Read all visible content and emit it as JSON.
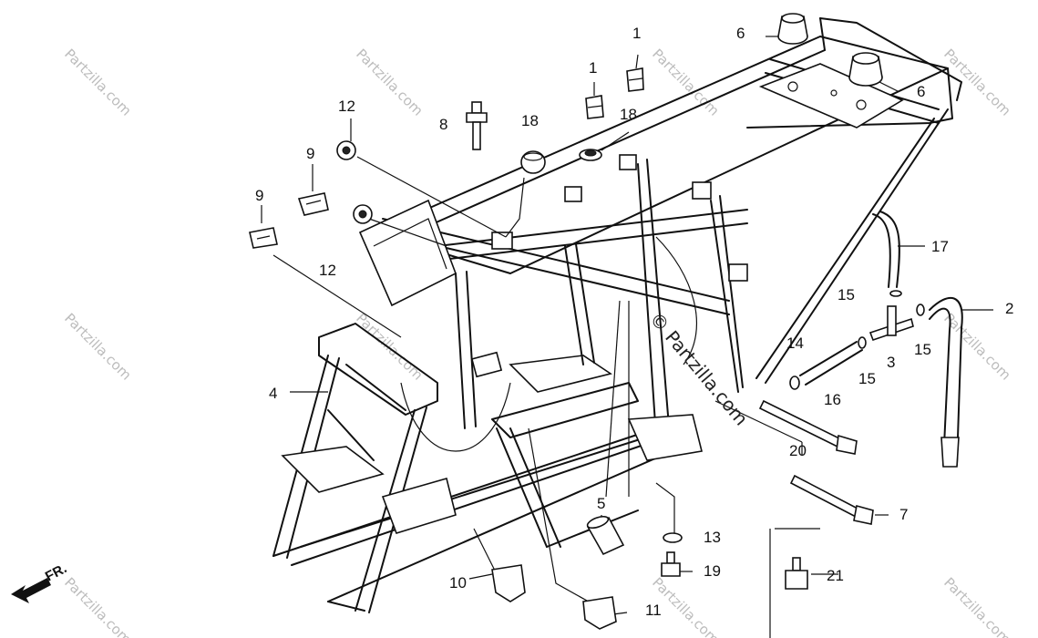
{
  "diagram": {
    "callouts": [
      {
        "label": "1"
      },
      {
        "label": "1"
      },
      {
        "label": "6"
      },
      {
        "label": "6"
      },
      {
        "label": "12"
      },
      {
        "label": "8"
      },
      {
        "label": "18"
      },
      {
        "label": "18"
      },
      {
        "label": "9"
      },
      {
        "label": "9"
      },
      {
        "label": "12"
      },
      {
        "label": "17"
      },
      {
        "label": "15"
      },
      {
        "label": "2"
      },
      {
        "label": "14"
      },
      {
        "label": "3"
      },
      {
        "label": "15"
      },
      {
        "label": "15"
      },
      {
        "label": "16"
      },
      {
        "label": "4"
      },
      {
        "label": "20"
      },
      {
        "label": "7"
      },
      {
        "label": "5"
      },
      {
        "label": "13"
      },
      {
        "label": "19"
      },
      {
        "label": "21"
      },
      {
        "label": "10"
      },
      {
        "label": "11"
      }
    ],
    "direction_label": "FR.",
    "watermark_text": "Partzilla.com",
    "watermark_symbol": "©",
    "center_watermark": "© Partzilla.com"
  }
}
